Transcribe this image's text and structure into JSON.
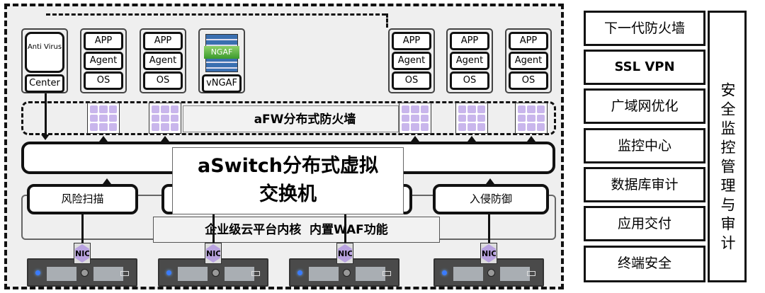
{
  "vms": {
    "antivirus": {
      "top": "Anti Virus",
      "bottom": "Center"
    },
    "stack": {
      "app": "APP",
      "agent": "Agent",
      "os": "OS"
    },
    "ngaf": {
      "logo": "NGAF",
      "label": "vNGAF"
    }
  },
  "afw_label": "aFW分布式防火墙",
  "aswitch_label_line1": "aSwitch分布式虚拟",
  "aswitch_label_line2": "交换机",
  "services": {
    "risk_scan": "风险扫描",
    "intrusion_prevention": "入侵防御"
  },
  "platform_label": "企业级云平台内核  内置WAF功能",
  "nic_label": "NIC",
  "right_panel": {
    "items": [
      "下一代防火墙",
      "SSL VPN",
      "广域网优化",
      "监控中心",
      "数据库审计",
      "应用交付",
      "终端安全"
    ],
    "side_label": "安全监控管理与审计"
  }
}
